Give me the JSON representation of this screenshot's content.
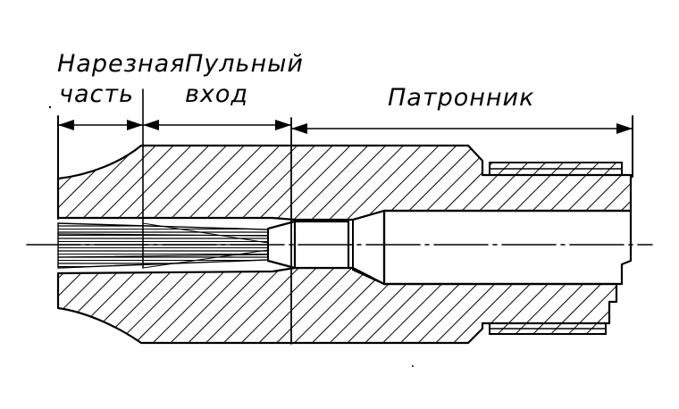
{
  "labels": {
    "rifled": [
      "Нарезная",
      "часть"
    ],
    "bullet_entry": [
      "Пульный",
      "вход"
    ],
    "chamber": "Патронник"
  },
  "colors": {
    "ink": "#000000",
    "paper": "#ffffff"
  }
}
